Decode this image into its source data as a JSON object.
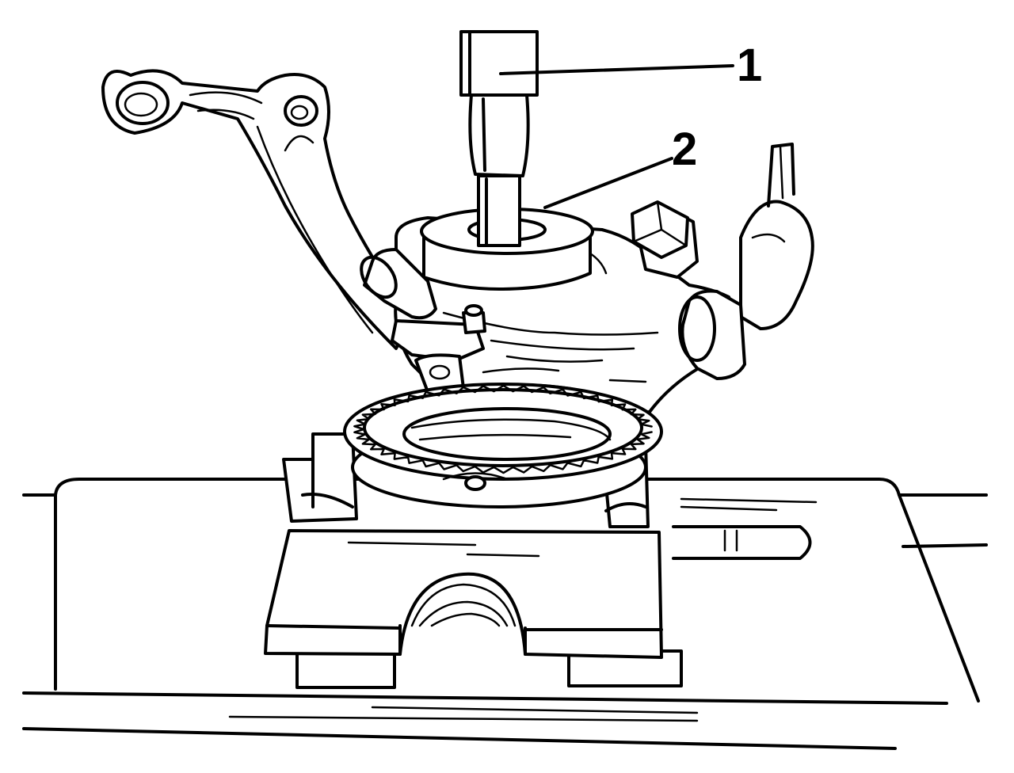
{
  "diagram": {
    "callouts": [
      {
        "id": "1",
        "label": "1"
      },
      {
        "id": "2",
        "label": "2"
      }
    ]
  },
  "colors": {
    "ink": "#000000",
    "paper": "#ffffff"
  }
}
